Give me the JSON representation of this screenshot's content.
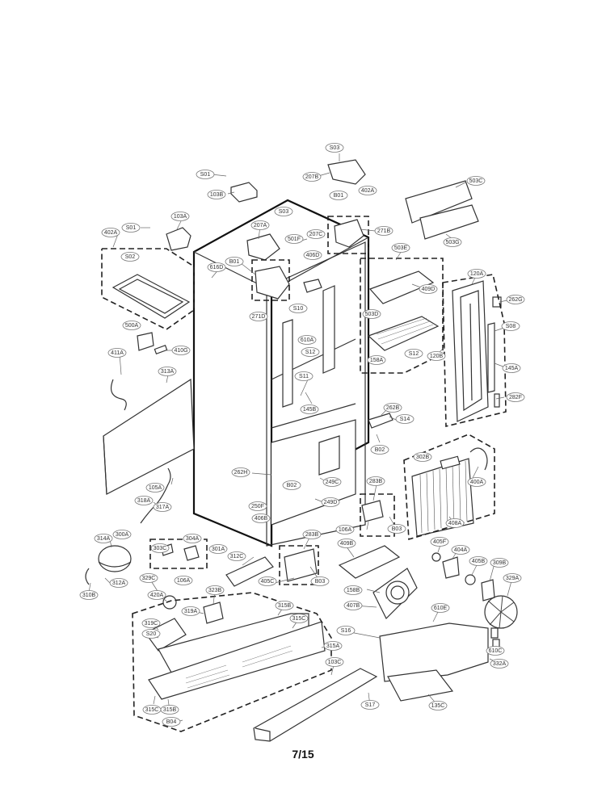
{
  "page": {
    "number": "7/15"
  },
  "callouts": [
    "S03",
    "S01",
    "207B",
    "402A",
    "103B",
    "B01",
    "503C",
    "103A",
    "S03",
    "207A",
    "271B",
    "S01",
    "501F",
    "402A",
    "207C",
    "503E",
    "S02",
    "616D",
    "B01",
    "406D",
    "503G",
    "271D",
    "S10",
    "409D",
    "120A",
    "262G",
    "503D",
    "S08",
    "610A",
    "500A",
    "410G",
    "S12",
    "120B",
    "411A",
    "158A",
    "S12",
    "S11",
    "145A",
    "145B",
    "313A",
    "282F",
    "262B",
    "S14",
    "B02",
    "302B",
    "400A",
    "262H",
    "105A",
    "B02",
    "249C",
    "318A",
    "317A",
    "250F",
    "249D",
    "406B",
    "283B",
    "106A",
    "B03",
    "408A",
    "314A",
    "300A",
    "283B",
    "303C",
    "304A",
    "301A",
    "409B",
    "405F",
    "404A",
    "312C",
    "405C",
    "405B",
    "309B",
    "329C",
    "106A",
    "B03",
    "312A",
    "323B",
    "158B",
    "329A",
    "310B",
    "420A",
    "319A",
    "315B",
    "407B",
    "610E",
    "315C",
    "319C",
    "S16",
    "S20",
    "315A",
    "610C",
    "103C",
    "332A",
    "315C",
    "315B",
    "S17",
    "135C",
    "B04"
  ]
}
